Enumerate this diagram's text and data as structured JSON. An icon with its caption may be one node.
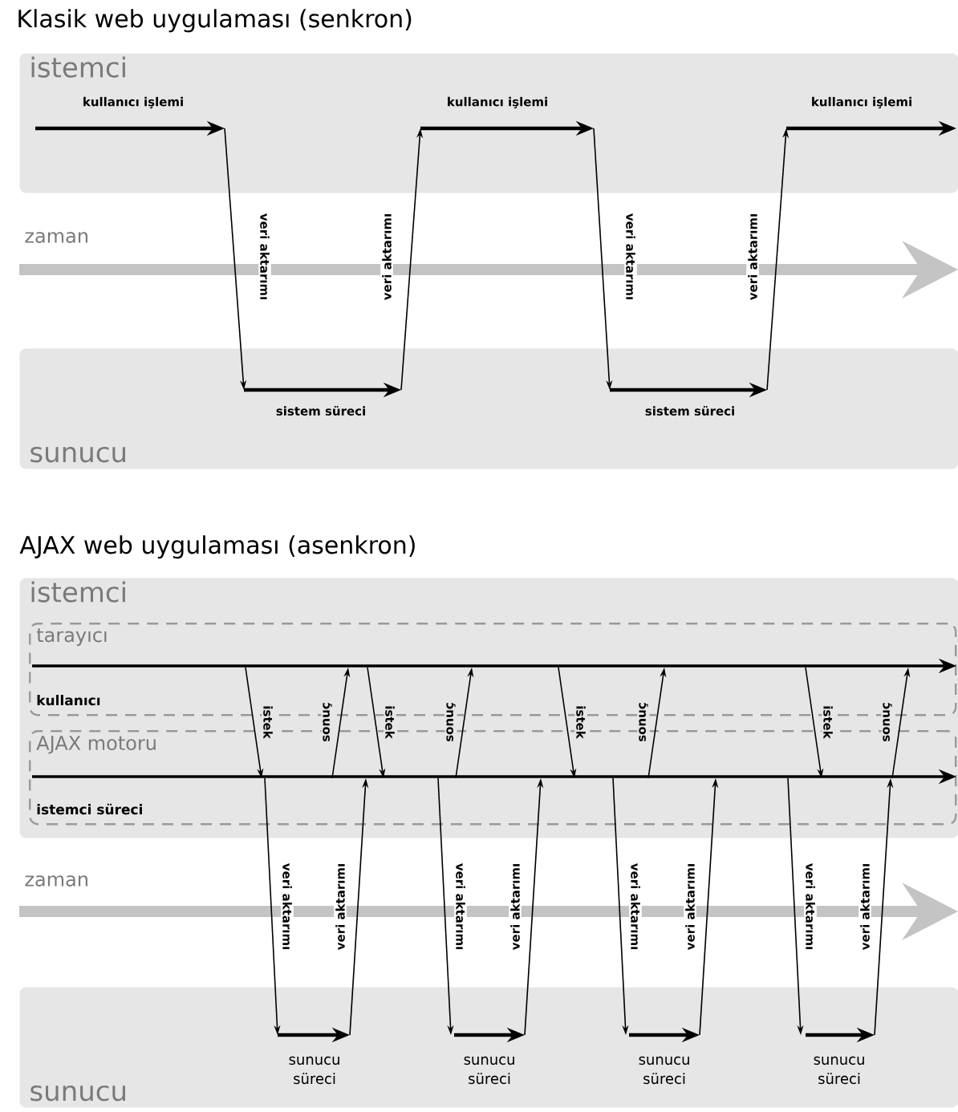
{
  "diagram": {
    "title": "Klasik web uygulaması (senkron)",
    "nodes": [
      {
        "text": [
          "istemci"
        ]
      },
      {
        "text": [
          "sunucu"
        ]
      },
      {
        "text": [
          "istemci"
        ]
      },
      {
        "text": [
          "tarayıcı",
          "kullanıcı"
        ],
        "in": 2
      },
      {
        "text": [
          "AJAX motoru",
          "istemci süreci"
        ],
        "in": 2
      },
      {
        "text": [
          "sunucu"
        ]
      }
    ],
    "edges": [
      {
        "from": 0,
        "to": 1,
        "arrow": "to",
        "label": "veri aktarımı"
      },
      {
        "from": 1,
        "to": 0,
        "arrow": "to",
        "label": "veri aktarımı"
      },
      {
        "from": 0,
        "to": 1,
        "arrow": "to",
        "label": "veri aktarımı"
      },
      {
        "from": 1,
        "to": 0,
        "arrow": "to",
        "label": "veri aktarımı"
      },
      {
        "from": 3,
        "to": 4,
        "arrow": "to",
        "label": "istek"
      },
      {
        "from": 4,
        "to": 3,
        "arrow": "to",
        "label": "sonuç"
      },
      {
        "from": 3,
        "to": 4,
        "arrow": "to",
        "label": "istek"
      },
      {
        "from": 4,
        "to": 3,
        "arrow": "to",
        "label": "sonuç"
      },
      {
        "from": 3,
        "to": 4,
        "arrow": "to",
        "label": "istek"
      },
      {
        "from": 4,
        "to": 3,
        "arrow": "to",
        "label": "sonuç"
      },
      {
        "from": 3,
        "to": 4,
        "arrow": "to",
        "label": "istek"
      },
      {
        "from": 4,
        "to": 3,
        "arrow": "to",
        "label": "sonuç"
      },
      {
        "from": 4,
        "to": 5,
        "arrow": "to",
        "label": "veri aktarımı"
      },
      {
        "from": 5,
        "to": 4,
        "arrow": "to",
        "label": "veri aktarımı"
      },
      {
        "from": 4,
        "to": 5,
        "arrow": "to",
        "label": "veri aktarımı"
      },
      {
        "from": 5,
        "to": 4,
        "arrow": "to",
        "label": "veri aktarımı"
      },
      {
        "from": 4,
        "to": 5,
        "arrow": "to",
        "label": "veri aktarımı"
      },
      {
        "from": 5,
        "to": 4,
        "arrow": "to",
        "label": "veri aktarımı"
      },
      {
        "from": 4,
        "to": 5,
        "arrow": "to",
        "label": "veri aktarımı"
      },
      {
        "from": 5,
        "to": 4,
        "arrow": "to",
        "label": "veri aktarımı"
      }
    ],
    "labels": [
      "kullanıcı işlemi",
      "kullanıcı işlemi",
      "kullanıcı işlemi",
      "zaman",
      "sistem süreci",
      "sistem süreci",
      "AJAX web uygulaması (asenkron)",
      "zaman",
      "sunucu süreci",
      "sunucu süreci",
      "sunucu süreci",
      "sunucu süreci"
    ]
  }
}
